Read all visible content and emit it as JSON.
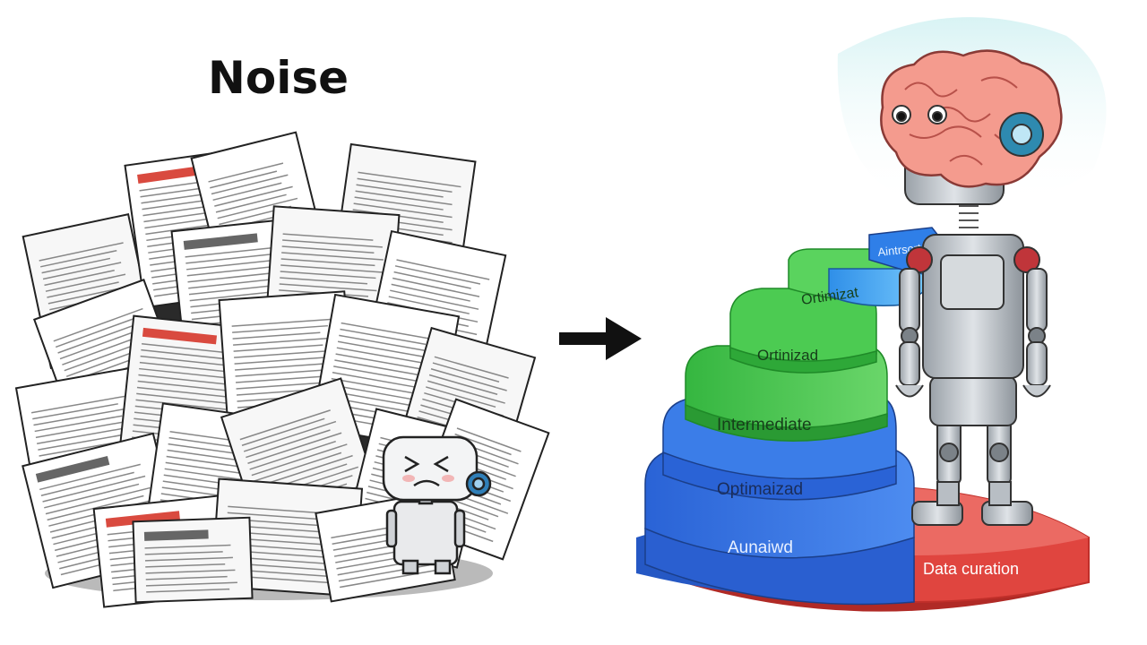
{
  "heading": "Noise",
  "steps": [
    {
      "label": "Aunaiwd"
    },
    {
      "label": "Optimaizad"
    },
    {
      "label": "Intermediate"
    },
    {
      "label": "Ortinizad"
    },
    {
      "label": "Ortimizat"
    },
    {
      "label": "Aintrsort"
    }
  ],
  "base_label": "Data curation",
  "colors": {
    "blue": "#2f6fe0",
    "green": "#3fbf48",
    "red": "#e0453f",
    "cyan": "#3aa6f0"
  }
}
